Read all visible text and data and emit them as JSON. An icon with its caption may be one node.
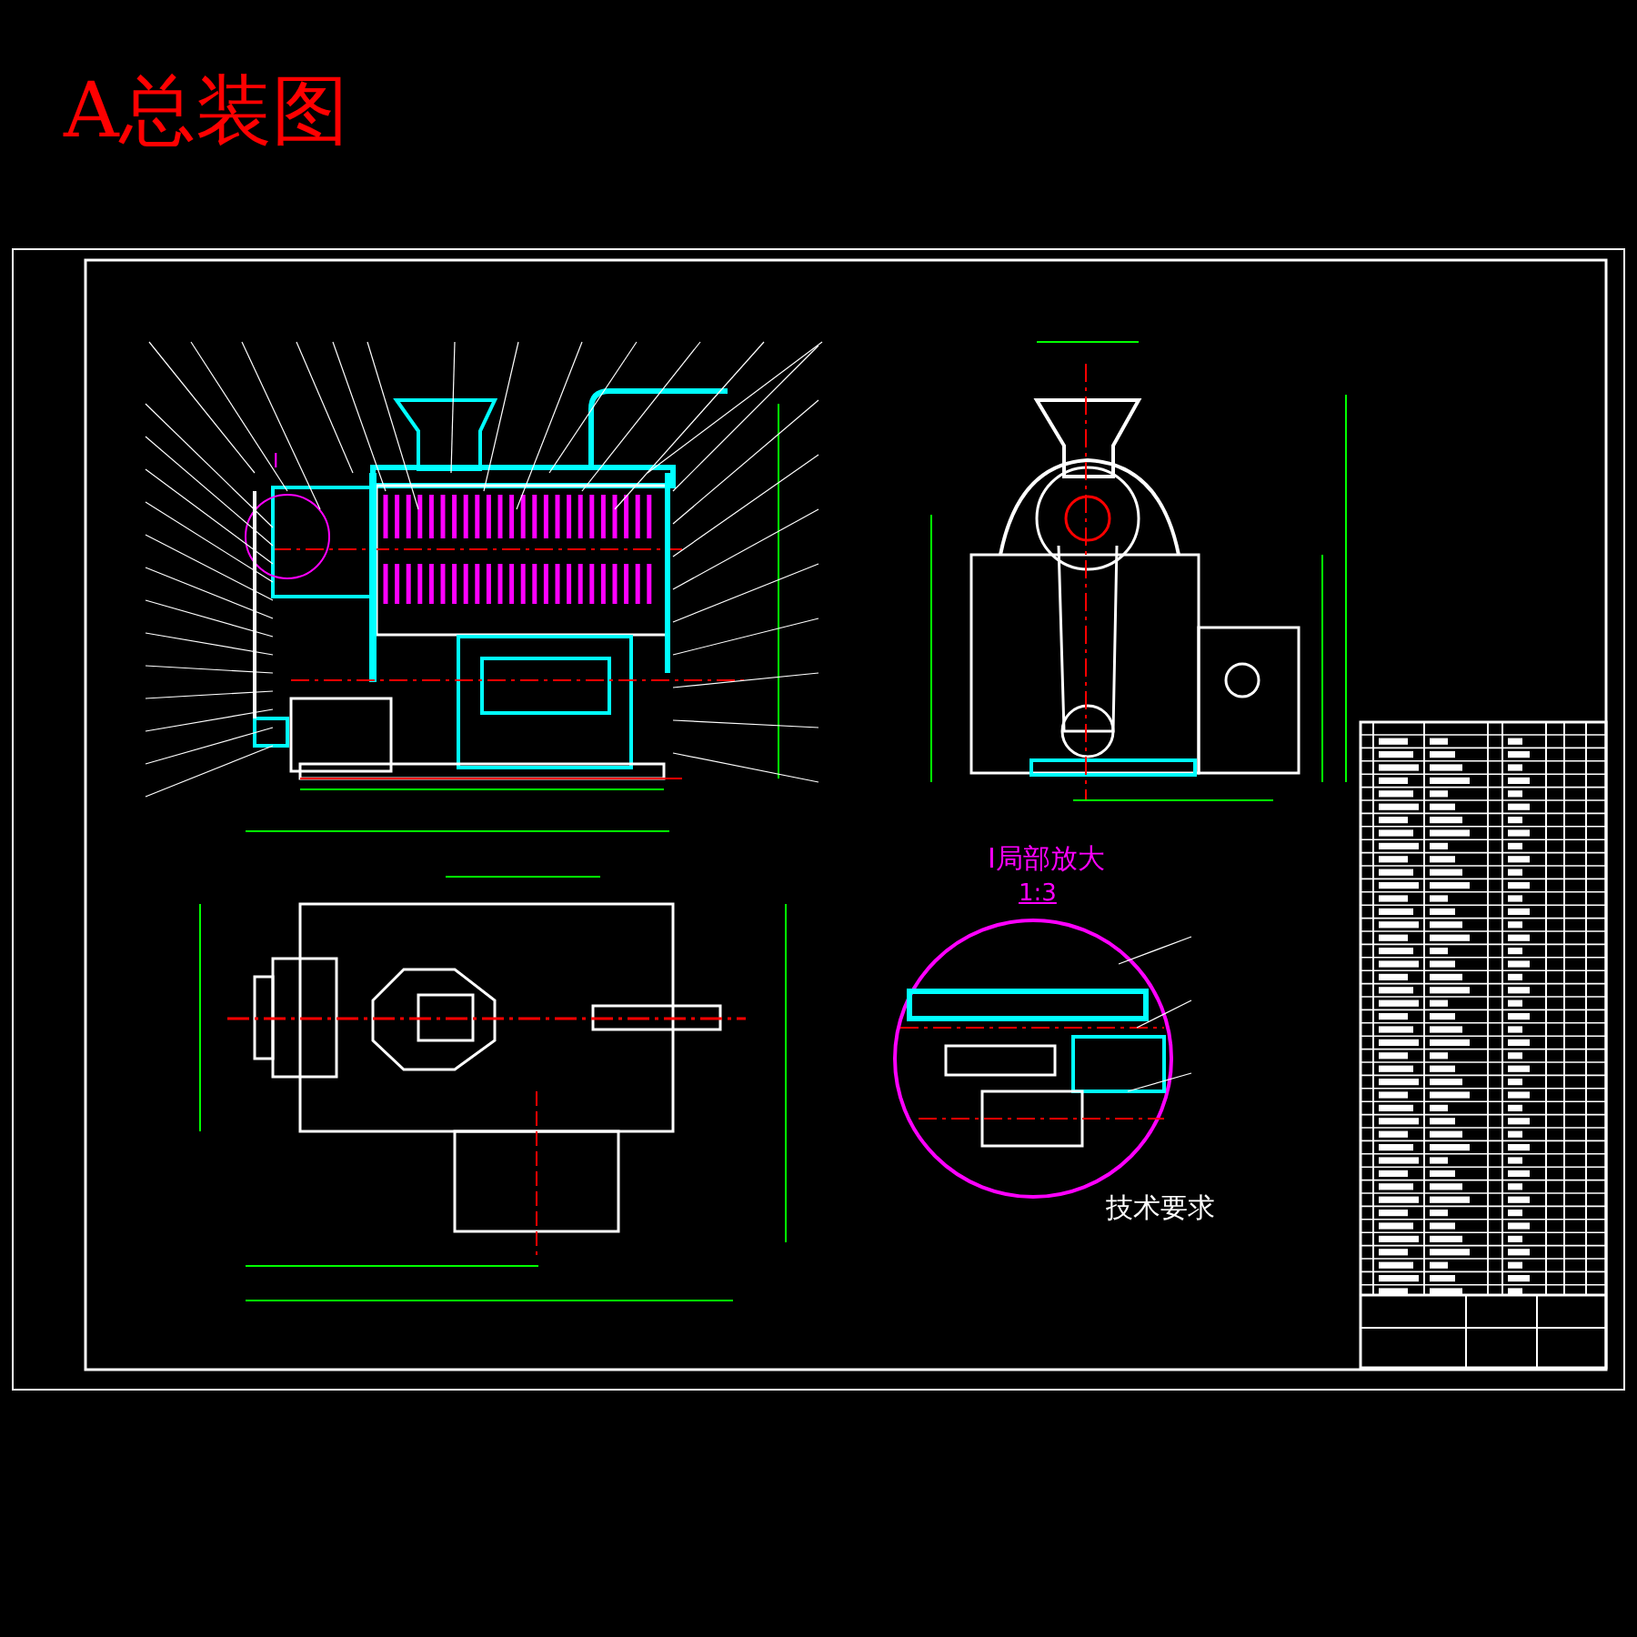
{
  "diagram": {
    "title": "A总装图",
    "labels": [
      "I",
      "I局部放大",
      "1:3",
      "技术要求"
    ]
  }
}
